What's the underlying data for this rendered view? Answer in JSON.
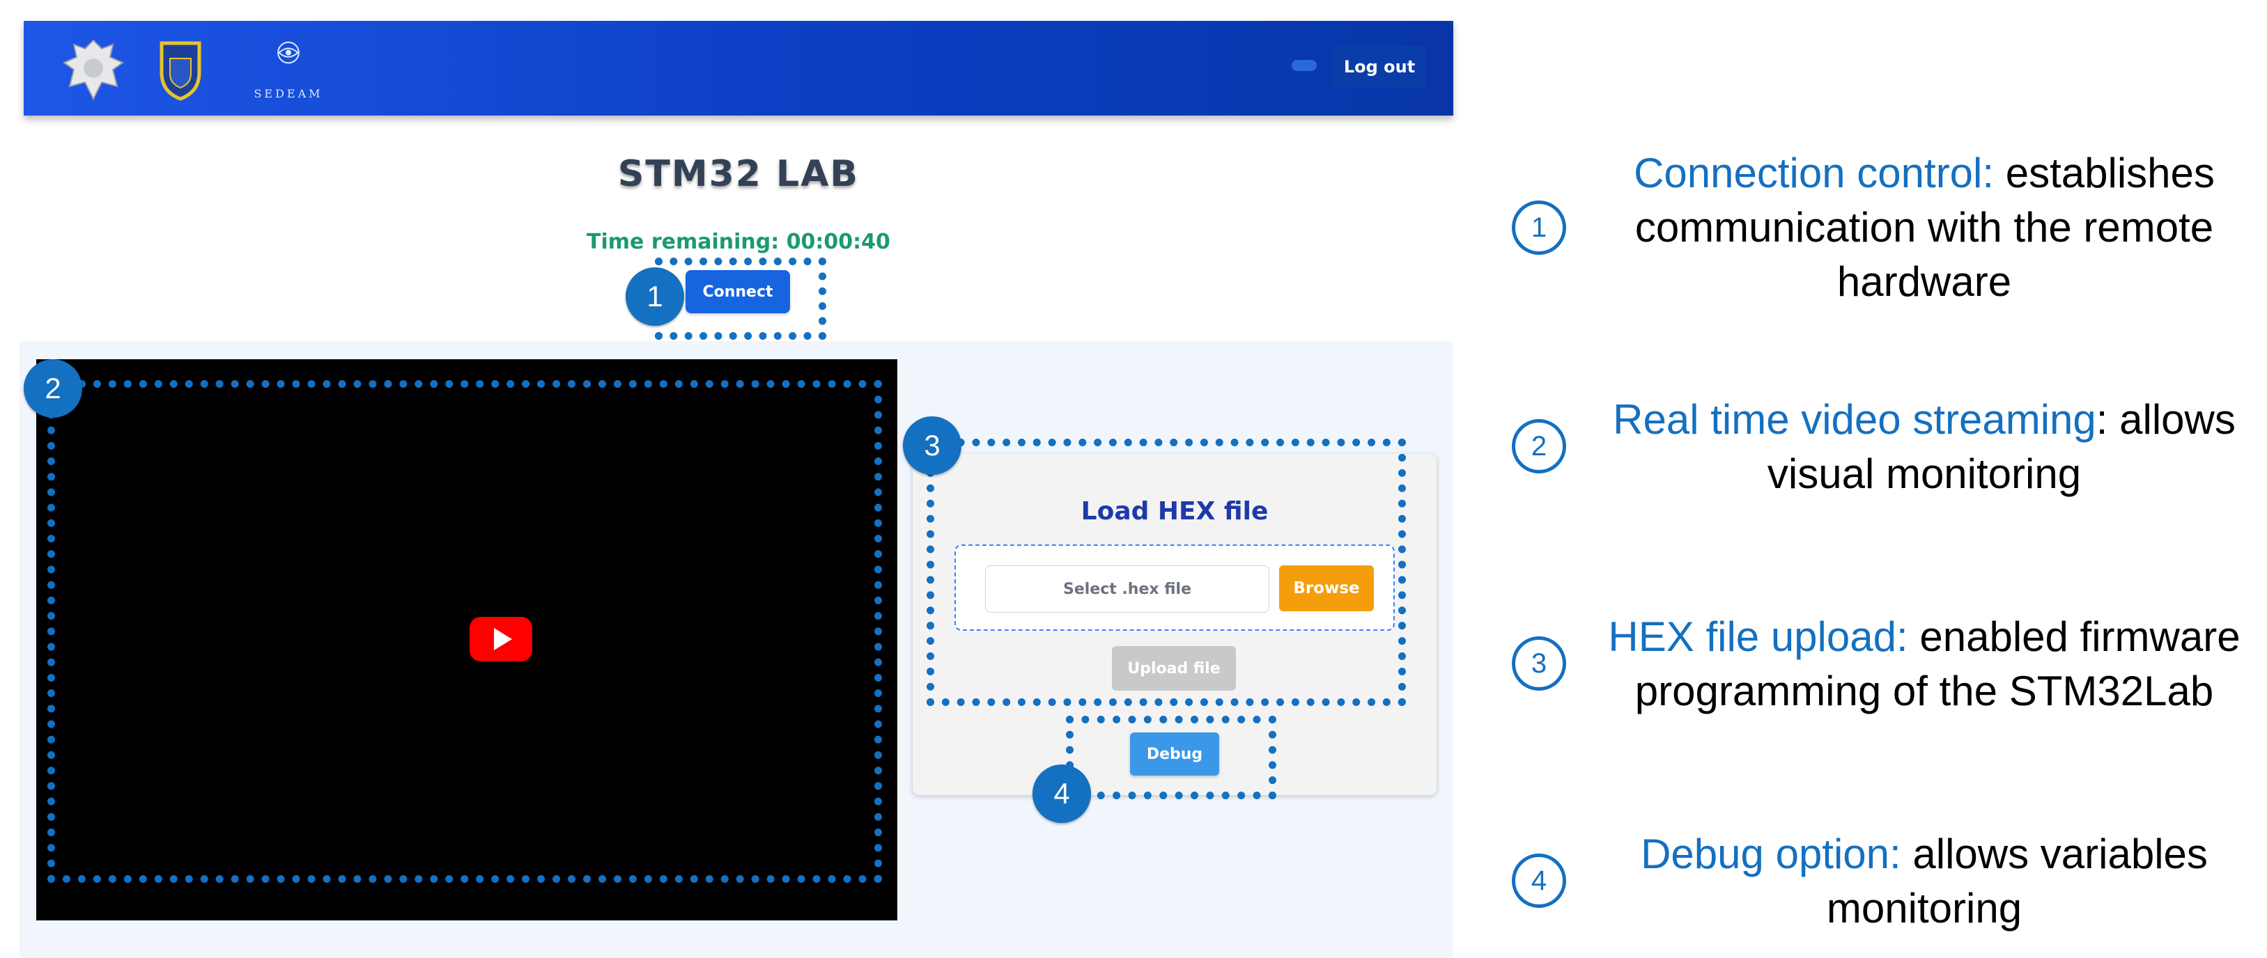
{
  "navbar": {
    "logos": [
      "unam-crest-logo",
      "faculty-shield-logo",
      "sedeam-logo"
    ],
    "sedeam_text": "SEDEAM",
    "logout_label": "Log out"
  },
  "main": {
    "title": "STM32 LAB",
    "time_remaining": "Time remaining: 00:00:40",
    "connect_label": "Connect"
  },
  "video": {
    "icon": "play-icon"
  },
  "upload": {
    "title": "Load HEX file",
    "file_placeholder": "Select .hex file",
    "browse_label": "Browse",
    "upload_label": "Upload file",
    "debug_label": "Debug"
  },
  "annotations": [
    "1",
    "2",
    "3",
    "4"
  ],
  "legend": [
    {
      "number": "1",
      "key": "Connection control:",
      "lines": [
        " establishes",
        "communication with the remote",
        "hardware"
      ]
    },
    {
      "number": "2",
      "key": "Real time video streaming",
      "lines": [
        ": allows",
        "visual monitoring"
      ]
    },
    {
      "number": "3",
      "key": "HEX file upload:",
      "lines": [
        " enabled firmware",
        "programming of the STM32Lab"
      ]
    },
    {
      "number": "4",
      "key": "Debug option:",
      "lines": [
        " allows variables",
        "monitoring"
      ]
    }
  ],
  "colors": {
    "navbar": "#0b3fc4",
    "annotation_blue": "#1470c0",
    "connect": "#1664e0",
    "browse": "#f59e0b",
    "debug": "#3b98e8",
    "time_green": "#1a9b6b"
  }
}
